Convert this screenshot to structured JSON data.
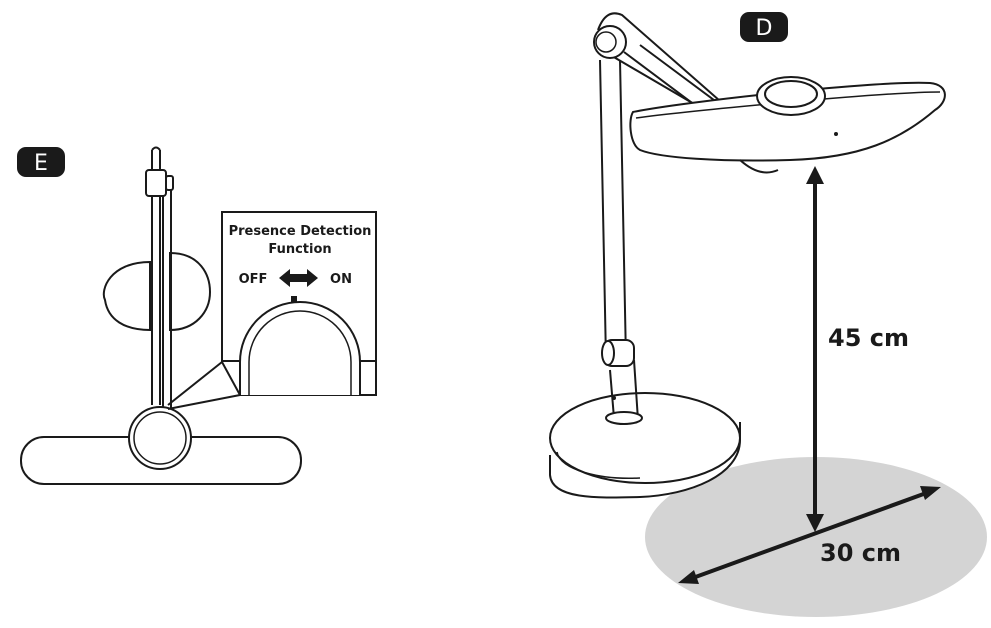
{
  "panel_e": {
    "badge": "E",
    "callout_title_line1": "Presence Detection",
    "callout_title_line2": "Function",
    "switch_off_label": "OFF",
    "switch_on_label": "ON"
  },
  "panel_d": {
    "badge": "D",
    "height_label": "45 cm",
    "diameter_label": "30 cm"
  },
  "colors": {
    "line": "#1a1a1a",
    "badge_bg": "#1a1a1a",
    "badge_text": "#ffffff",
    "ellipse_fill": "#d4d4d4"
  }
}
